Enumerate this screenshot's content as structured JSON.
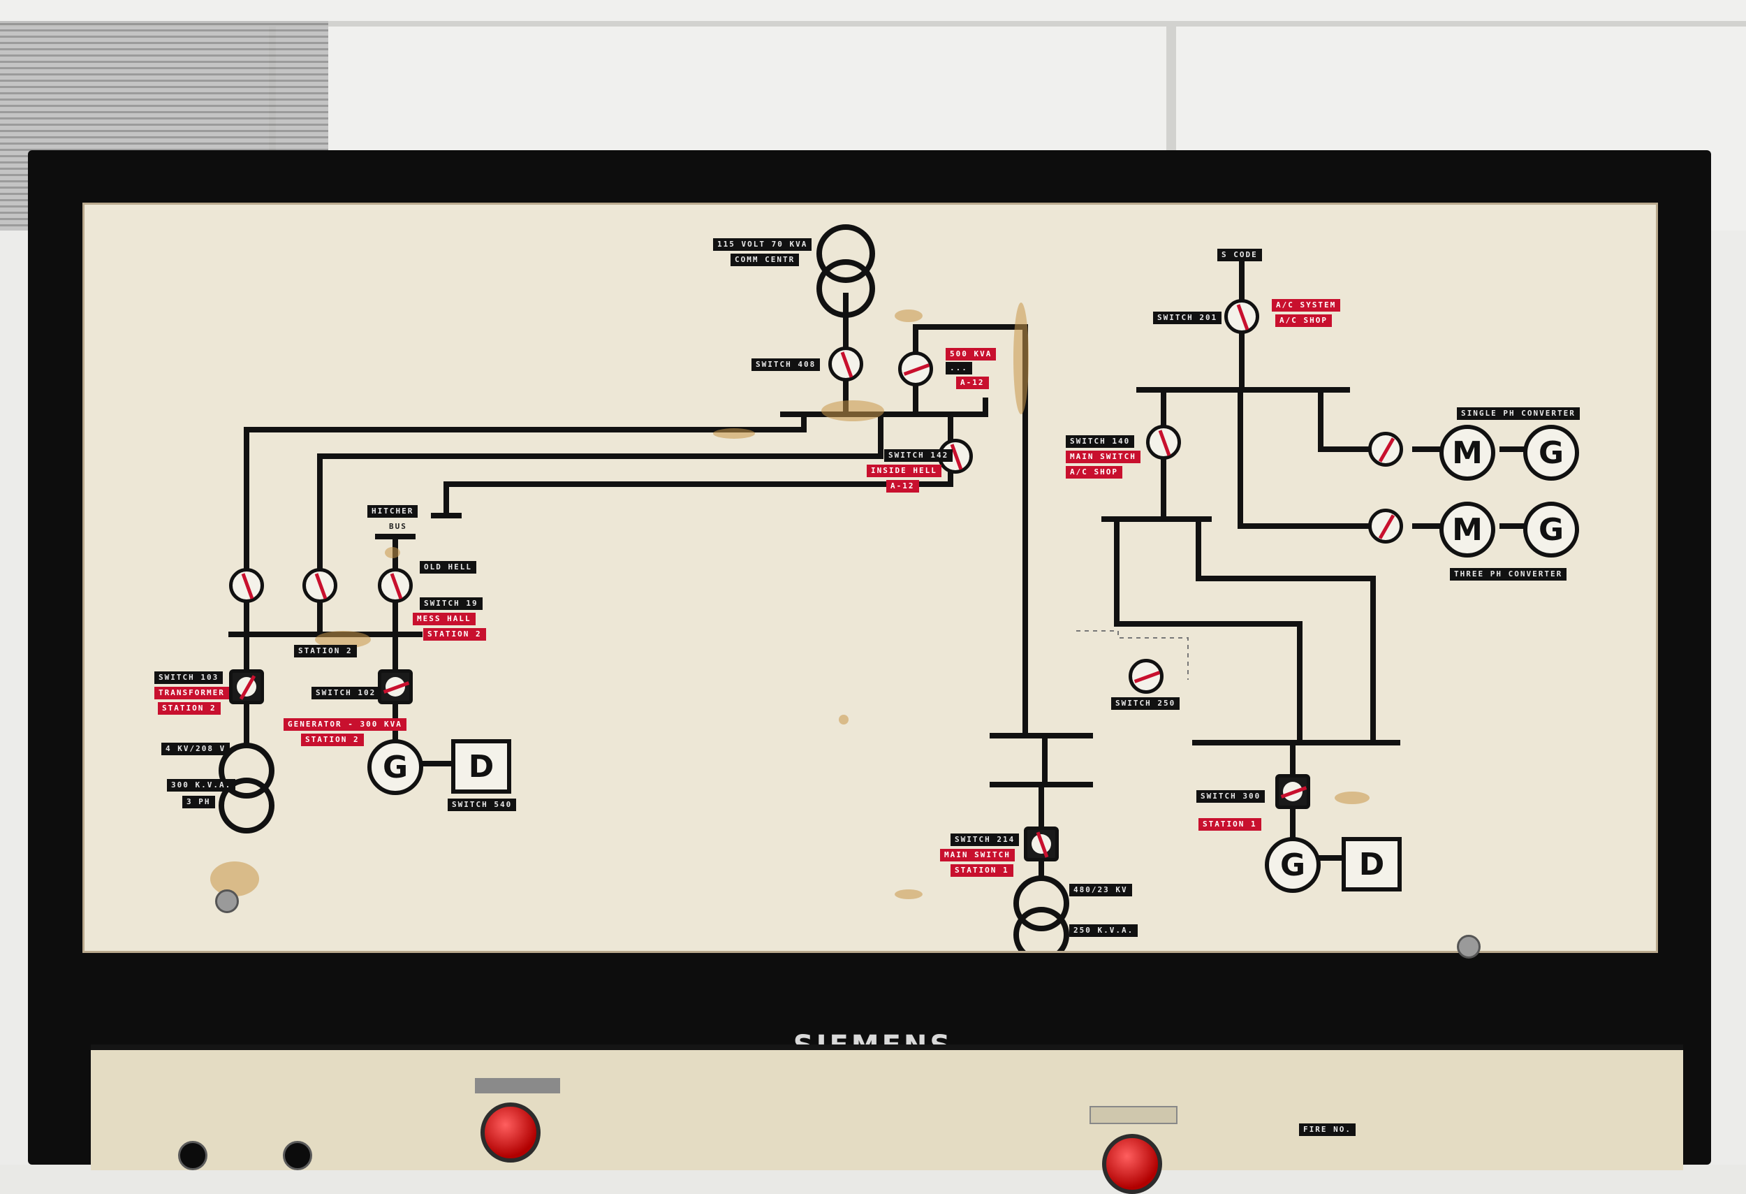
{
  "scene": "vintage electrical control panel mimic board",
  "brand": "SIEMENS",
  "labels": {
    "transformer_top_1": "115 VOLT 70 KVA",
    "transformer_top_2": "COMM CENTR",
    "switch_408": "SWITCH 408",
    "kva_500": "500 KVA",
    "kva_500_b": "...",
    "kva_500_c": "A-12",
    "code_top": "S CODE",
    "switch_201": "SWITCH 201",
    "ac_system": "A/C SYSTEM",
    "ac_shop": "A/C SHOP",
    "switch_142": "SWITCH 142",
    "inside_hell": "INSIDE HELL",
    "inside_hell_b": "A-12",
    "switch_140_a": "SWITCH 140",
    "main_switch_a": "MAIN SWITCH",
    "ac_shop_b": "A/C SHOP",
    "single_ph": "SINGLE PH CONVERTER",
    "three_ph": "THREE PH CONVERTER",
    "hitcher": "HITCHER",
    "bus_label_small": "BUS",
    "old_hell": "OLD HELL",
    "switch_19": "SWITCH 19",
    "mess_hall": "MESS HALL",
    "station_2_r": "STATION 2",
    "station_2_bus": "STATION 2",
    "switch_103": "SWITCH 103",
    "transformer_r": "TRANSFORMER",
    "station_2_r2": "STATION 2",
    "switch_102": "SWITCH 102",
    "generator_r": "GENERATOR - 300 KVA",
    "station_2_r3": "STATION 2",
    "kv_label_left": "4 KV/208 V",
    "kva_left": "300 K.V.A.",
    "kva_left2": "3 PH",
    "switch_540": "SWITCH 540",
    "switch_250": "SWITCH 250",
    "switch_300": "SWITCH 300",
    "station_1": "STATION 1",
    "switch_214": "SWITCH 214",
    "main_switch_b": "MAIN SWITCH",
    "station_1_b": "STATION 1",
    "kv_bottom": "480/23 KV",
    "kva_bottom": "250 K.V.A.",
    "fire_no": "FIRE NO."
  },
  "machines": {
    "m": "M",
    "g": "G",
    "d": "D"
  }
}
